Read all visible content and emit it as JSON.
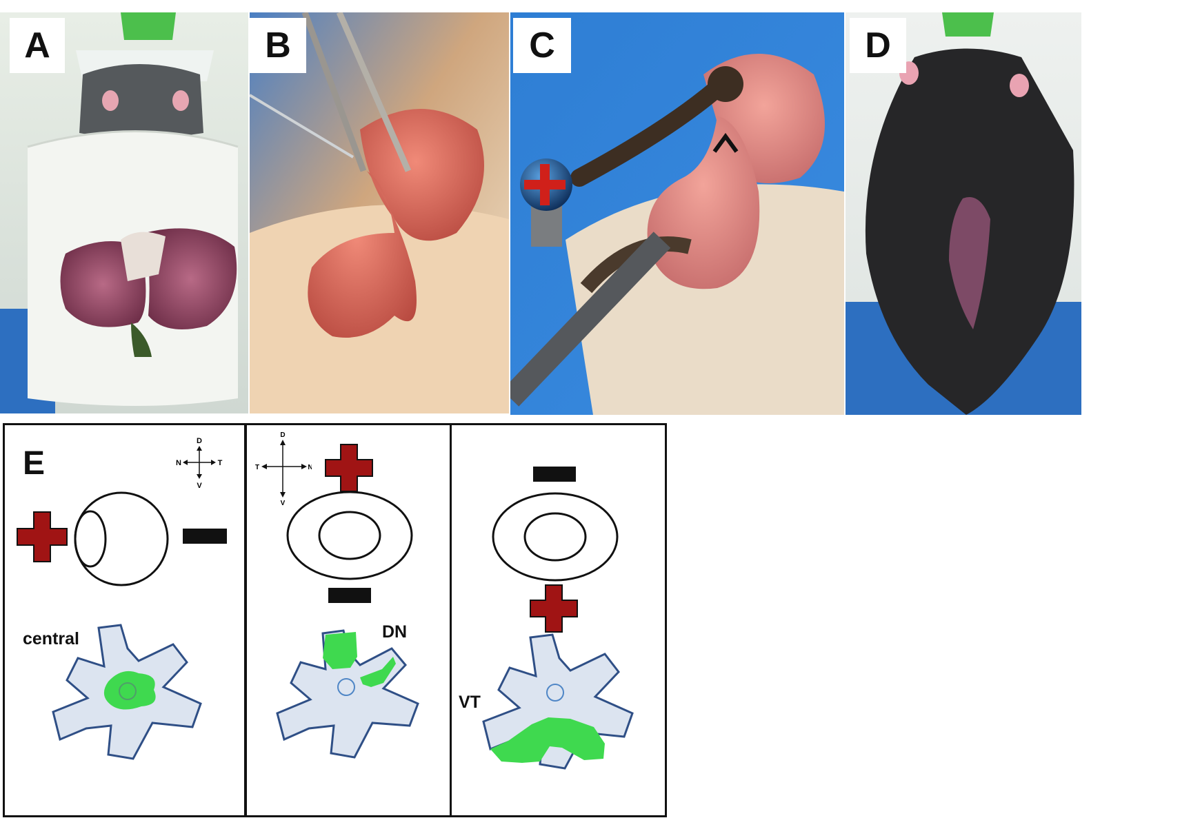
{
  "panels": {
    "a": {
      "letter": "A"
    },
    "b": {
      "letter": "B"
    },
    "c": {
      "letter": "C"
    },
    "d": {
      "letter": "D"
    },
    "e": {
      "letter": "E"
    }
  },
  "compass_left": {
    "d": "D",
    "v": "V",
    "n": "N",
    "t": "T"
  },
  "compass_mid": {
    "d": "D",
    "v": "V",
    "n": "N",
    "t": "T"
  },
  "retina_labels": {
    "central": "central",
    "dn": "DN",
    "vt": "VT"
  },
  "colors": {
    "plus": "#a01414",
    "minus": "#111111",
    "retina_fill": "#dce4f0",
    "retina_outline": "#2f4f86",
    "gfp": "#3fd94f",
    "disc": "#4f86c6",
    "drape": "#2a7fd4"
  }
}
